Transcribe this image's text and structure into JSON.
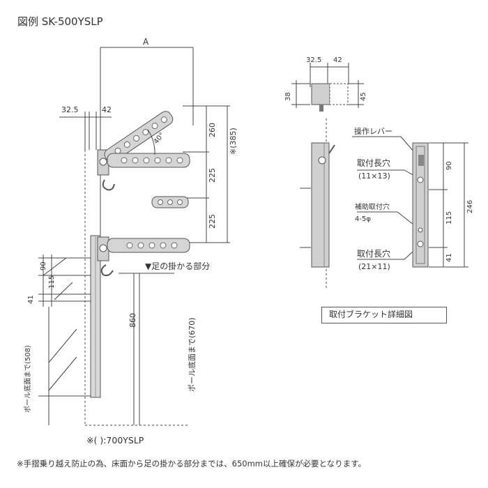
{
  "title": "図例 SK-500YSLP",
  "dims": {
    "a": "A",
    "d32": "32.5",
    "d42": "42",
    "d260": "260",
    "d385": "※(385)",
    "d225a": "225",
    "d225b": "225",
    "d90": "90",
    "d115": "115",
    "d41": "41",
    "d860": "860",
    "angle": "40°",
    "foot_label": "▼足の掛かる部分",
    "pole_bottom_670": "ポール底面まで(670)",
    "pole_bottom_508": "ポール底面まで(508)"
  },
  "bracket": {
    "d32": "32.5",
    "d42": "42",
    "d38": "38",
    "d45": "45",
    "d90": "90",
    "d115": "115",
    "d41": "41",
    "d246": "246",
    "lever": "操作レバー",
    "slot1": "取付長穴",
    "slot1_size": "(11×13)",
    "aux": "補助取付穴",
    "aux_size": "4-5φ",
    "slot2": "取付長穴",
    "slot2_size": "(21×11)",
    "caption": "取付ブラケット詳細図"
  },
  "footnote": "※(  ):700YSLP",
  "note": "※手摺乗り越え防止の為、床面から足の掛かる部分までは、650mm以上確保が必要となります。",
  "colors": {
    "line": "#444444",
    "part_fill": "#c8c8c8",
    "part_dark": "#8a8a8a"
  }
}
